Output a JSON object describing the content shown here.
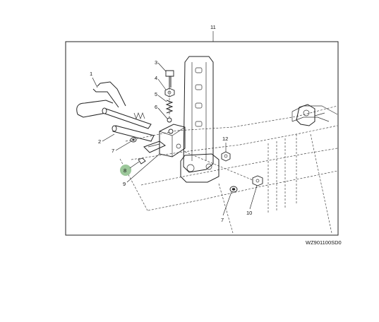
{
  "diagram": {
    "frame_label": "11",
    "figure_code": "WZ901100SD0",
    "callouts": {
      "c1": "1",
      "c2": "2",
      "c3": "3",
      "c4": "4",
      "c5": "5",
      "c6": "6",
      "c7a": "7",
      "c7b": "7",
      "c8": "8",
      "c9": "9",
      "c10": "10",
      "c12": "12"
    },
    "highlight": {
      "callout": "8",
      "color": "#9cc79a"
    }
  }
}
